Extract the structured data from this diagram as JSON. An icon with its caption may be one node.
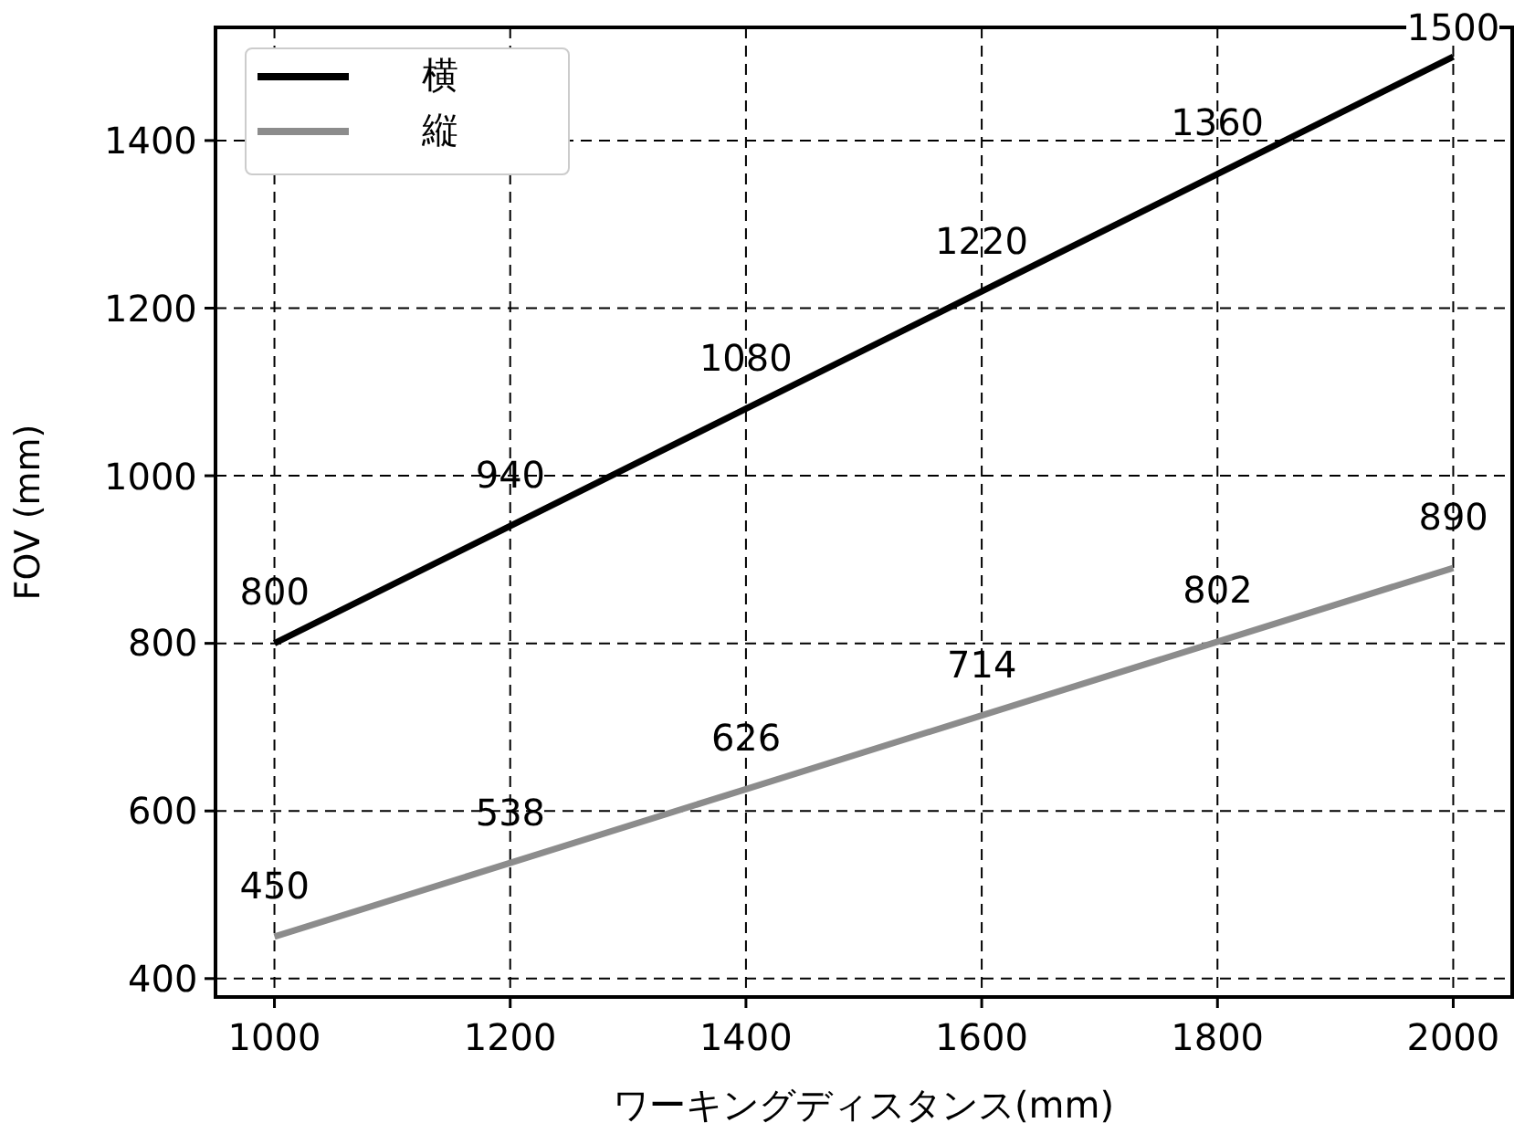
{
  "diagram": {
    "chart_data": {
      "type": "line",
      "xlabel": "ワーキングディスタンス(mm)",
      "ylabel": "FOV (mm)",
      "x": [
        1000,
        1200,
        1400,
        1600,
        1800,
        2000
      ],
      "series": [
        {
          "name": "横",
          "color": "#000000",
          "values": [
            800,
            940,
            1080,
            1220,
            1360,
            1500
          ]
        },
        {
          "name": "縦",
          "color": "#8c8c8c",
          "values": [
            450,
            538,
            626,
            714,
            802,
            890
          ]
        }
      ],
      "xlim": [
        950,
        2050
      ],
      "ylim": [
        378,
        1535
      ],
      "xticks": [
        1000,
        1200,
        1400,
        1600,
        1800,
        2000
      ],
      "yticks": [
        400,
        600,
        800,
        1000,
        1200,
        1400
      ],
      "data_labels": true,
      "grid": true,
      "legend": "upper left"
    }
  }
}
